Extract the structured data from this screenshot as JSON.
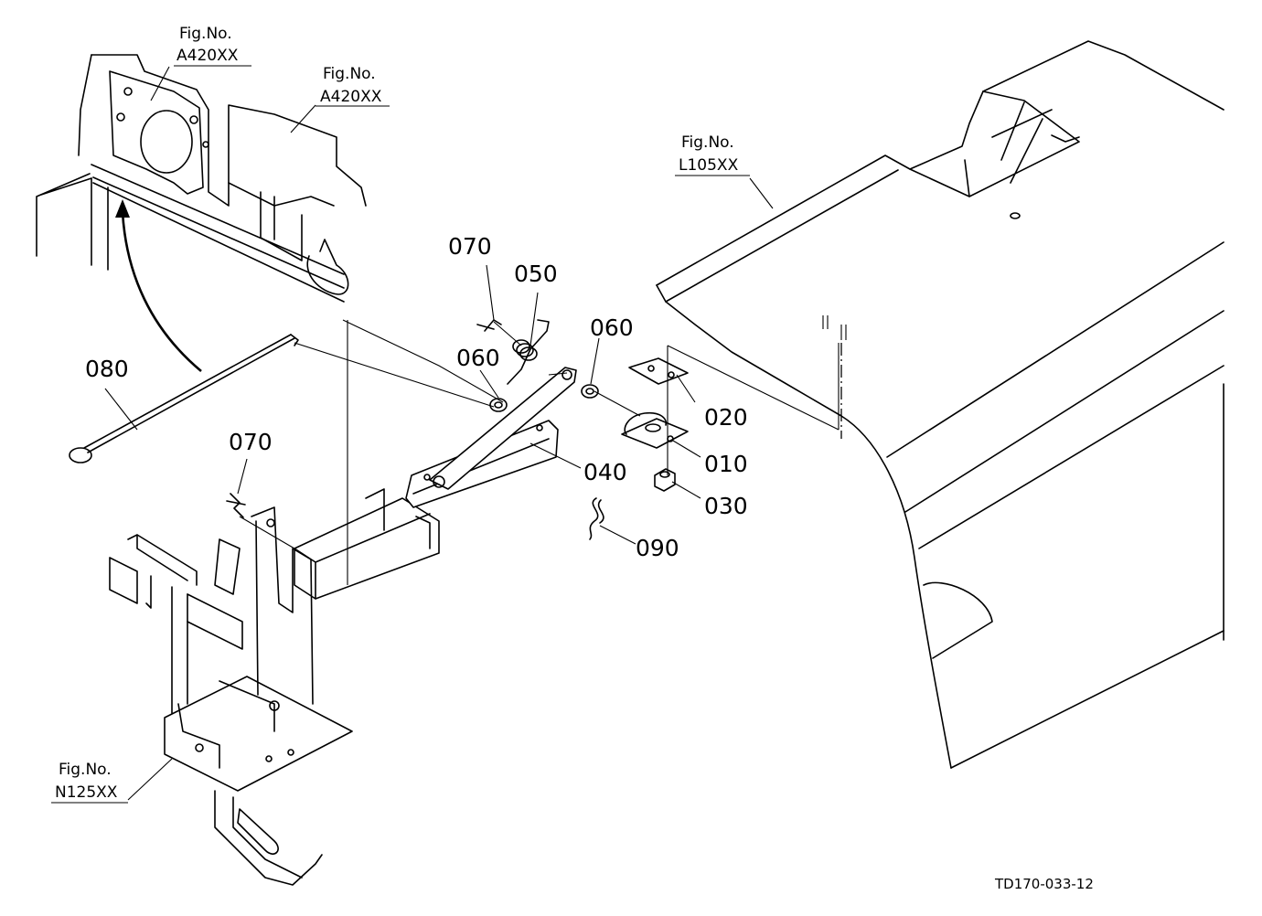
{
  "references": {
    "a420_left": {
      "prefix": "Fig.No.",
      "code": "A420XX"
    },
    "a420_right": {
      "prefix": "Fig.No.",
      "code": "A420XX"
    },
    "l105": {
      "prefix": "Fig.No.",
      "code": "L105XX"
    },
    "n125": {
      "prefix": "Fig.No.",
      "code": "N125XX"
    }
  },
  "callouts": {
    "p070_top": "070",
    "p050": "050",
    "p060_left": "060",
    "p060_right": "060",
    "p080": "080",
    "p020": "020",
    "p010": "010",
    "p040": "040",
    "p030": "030",
    "p070_bottom": "070",
    "p090": "090"
  },
  "drawing_code": "TD170-033-12"
}
